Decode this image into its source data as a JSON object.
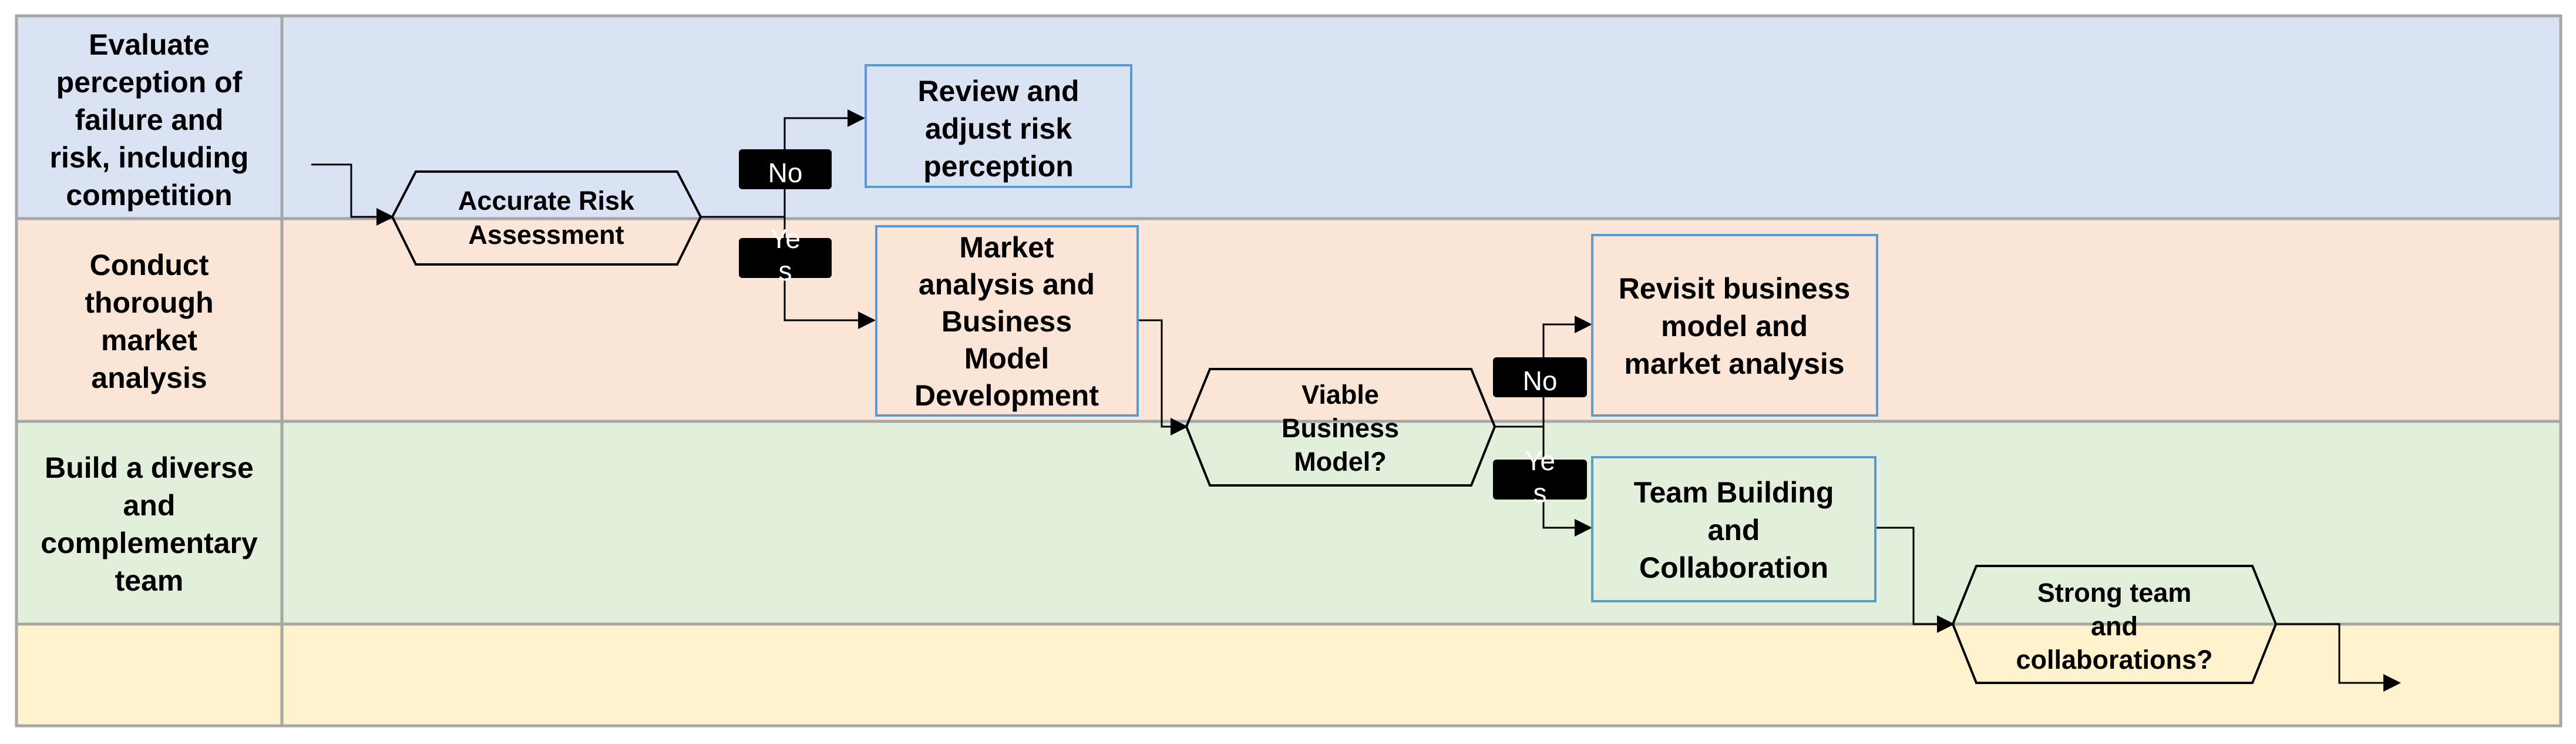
{
  "colors": {
    "lane_evaluate": "#dae3f3",
    "lane_market": "#fbe5d6",
    "lane_team": "#e2efda",
    "lane_final": "#fff2cc",
    "lane_border": "#a6a6a6",
    "box_border": "#5b9bd5",
    "badge_fill": "#000000"
  },
  "lanes": [
    {
      "title": [
        "Evaluate",
        "perception of",
        "failure and",
        "risk, including",
        "competition"
      ]
    },
    {
      "title": [
        "Conduct",
        "thorough",
        "market",
        "analysis"
      ]
    },
    {
      "title": [
        "Build a diverse",
        "and",
        "complementary",
        "team"
      ]
    },
    {
      "title": []
    }
  ],
  "boxes": {
    "review": [
      "Review and",
      "adjust risk",
      "perception"
    ],
    "market": [
      "Market",
      "analysis and",
      "Business",
      "Model",
      "Development"
    ],
    "revisit": [
      "Revisit business",
      "model and",
      "market analysis"
    ],
    "team": [
      "Team Building",
      "and",
      "Collaboration"
    ]
  },
  "decisions": {
    "risk": [
      "Accurate Risk",
      "Assessment"
    ],
    "viable": [
      "Viable",
      "Business",
      "Model?"
    ],
    "strong": [
      "Strong team",
      "and",
      "collaborations?"
    ]
  },
  "badges": {
    "no1": [
      "No"
    ],
    "yes1": [
      "Ye",
      "s"
    ],
    "no2": [
      "No"
    ],
    "yes2": [
      "Ye",
      "s"
    ]
  }
}
